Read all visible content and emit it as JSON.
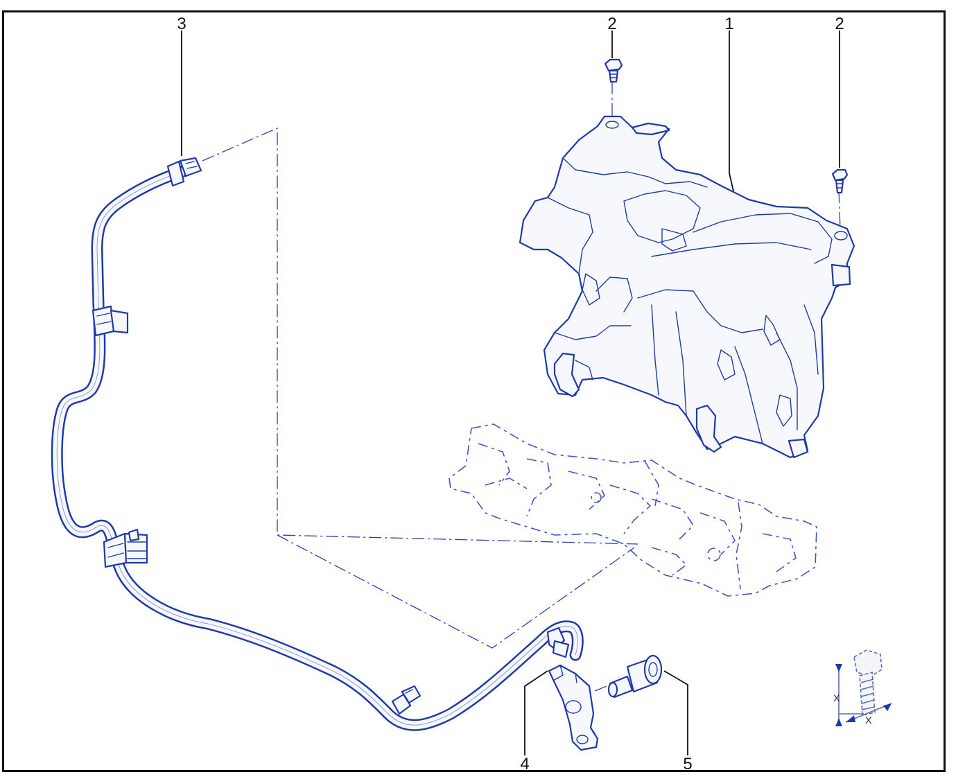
{
  "callouts": {
    "c1": "1",
    "c2a": "2",
    "c2b": "2",
    "c3": "3",
    "c4": "4",
    "c5": "5"
  },
  "symbol": {
    "x_left": "X",
    "x_bottom": "X"
  },
  "colors": {
    "line_art": "#1f3aa8",
    "frame": "#111111",
    "background": "#ffffff"
  },
  "parts": [
    {
      "callout": "1",
      "name": "reservoir"
    },
    {
      "callout": "2",
      "name": "bolt"
    },
    {
      "callout": "3",
      "name": "hose"
    },
    {
      "callout": "4",
      "name": "bracket"
    },
    {
      "callout": "5",
      "name": "bolt"
    }
  ]
}
